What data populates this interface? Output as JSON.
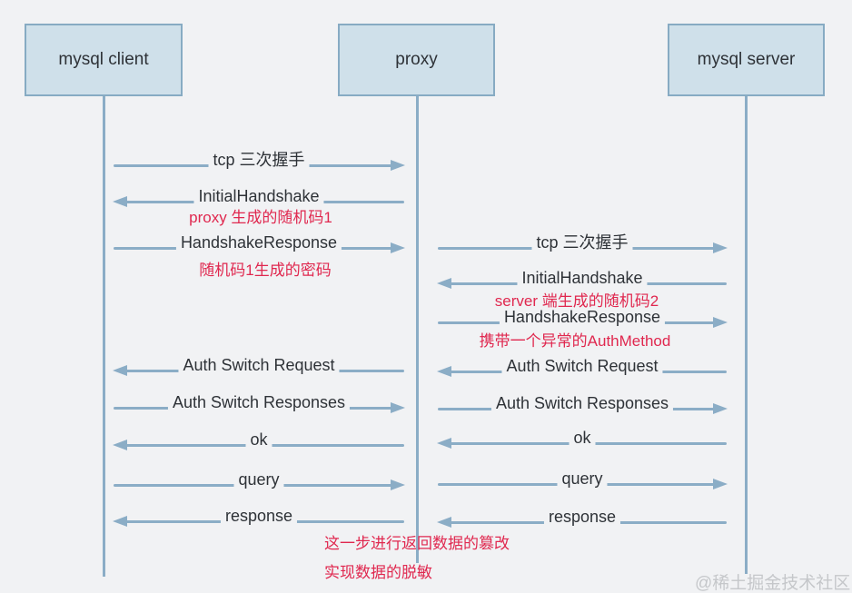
{
  "colors": {
    "background": "#f1f2f4",
    "arrow_blue": "#8badc6",
    "box_fill": "#cfe0ea",
    "box_border": "#87abc3",
    "label_text": "#2e3237",
    "annotation_red": "#e0284f",
    "watermark_gray": "#c5c7ca"
  },
  "actors": [
    {
      "label": "mysql client"
    },
    {
      "label": "proxy"
    },
    {
      "label": "mysql server"
    }
  ],
  "messages": [
    {
      "from": "mysql client",
      "to": "proxy",
      "direction": "right",
      "label": "tcp 三次握手"
    },
    {
      "from": "proxy",
      "to": "mysql client",
      "direction": "left",
      "label": "InitialHandshake",
      "note": "proxy 生成的随机码1"
    },
    {
      "from": "mysql client",
      "to": "proxy",
      "direction": "right",
      "label": "HandshakeResponse",
      "note": "随机码1生成的密码"
    },
    {
      "from": "proxy",
      "to": "mysql server",
      "direction": "right",
      "label": "tcp 三次握手"
    },
    {
      "from": "mysql server",
      "to": "proxy",
      "direction": "left",
      "label": "InitialHandshake",
      "note": "server 端生成的随机码2"
    },
    {
      "from": "proxy",
      "to": "mysql server",
      "direction": "right",
      "label": "HandshakeResponse",
      "note": "携带一个异常的AuthMethod"
    },
    {
      "from": "proxy",
      "to": "mysql client",
      "direction": "left",
      "label": "Auth Switch Request"
    },
    {
      "from": "mysql server",
      "to": "proxy",
      "direction": "left",
      "label": "Auth Switch Request"
    },
    {
      "from": "mysql client",
      "to": "proxy",
      "direction": "right",
      "label": "Auth Switch Responses"
    },
    {
      "from": "proxy",
      "to": "mysql server",
      "direction": "right",
      "label": "Auth Switch Responses"
    },
    {
      "from": "proxy",
      "to": "mysql client",
      "direction": "left",
      "label": "ok"
    },
    {
      "from": "mysql server",
      "to": "proxy",
      "direction": "left",
      "label": "ok"
    },
    {
      "from": "mysql client",
      "to": "proxy",
      "direction": "right",
      "label": "query"
    },
    {
      "from": "proxy",
      "to": "mysql server",
      "direction": "right",
      "label": "query"
    },
    {
      "from": "proxy",
      "to": "mysql client",
      "direction": "left",
      "label": "response"
    },
    {
      "from": "mysql server",
      "to": "proxy",
      "direction": "left",
      "label": "response"
    }
  ],
  "footnotes": [
    "这一步进行返回数据的篡改",
    "实现数据的脱敏"
  ],
  "watermark": {
    "text": "@稀土掘金技术社区"
  }
}
